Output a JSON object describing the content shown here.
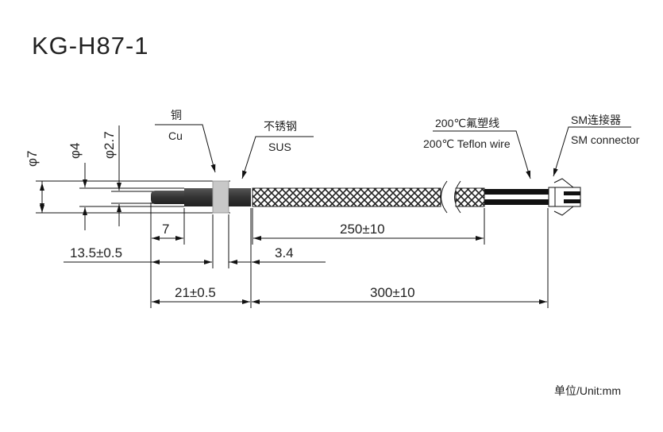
{
  "title": "KG-H87-1",
  "diameters": {
    "d7": "φ7",
    "d4": "φ4",
    "d27": "φ2.7"
  },
  "callouts": {
    "cu_cn": "铜",
    "cu_en": "Cu",
    "sus_cn": "不锈钢",
    "sus_en": "SUS",
    "wire_cn": "200℃氟塑线",
    "wire_en": "200℃ Teflon wire",
    "conn_cn": "SM连接器",
    "conn_en": "SM connector"
  },
  "dimensions": {
    "tip": "7",
    "probe": "13.5±0.5",
    "sus": "3.4",
    "braid": "250±10",
    "head": "21±0.5",
    "cable": "300±10"
  },
  "unit": "单位/Unit:mm"
}
